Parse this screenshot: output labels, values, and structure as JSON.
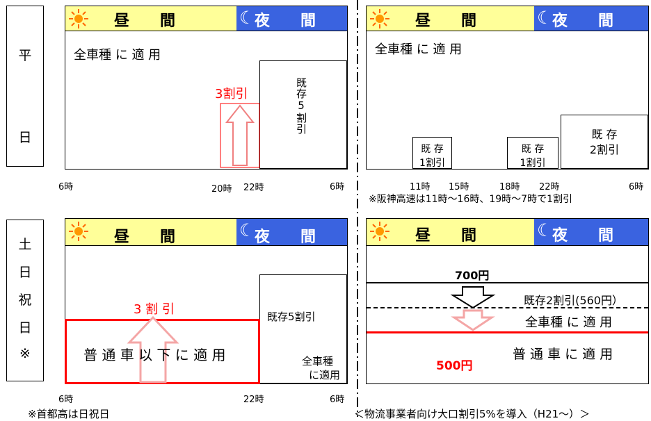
{
  "side_labels": {
    "weekday": [
      "平",
      "日"
    ],
    "weekend": [
      "土",
      "日",
      "祝",
      "日",
      "※"
    ]
  },
  "header": {
    "day_label": "昼　　間",
    "night_label": "夜　　間"
  },
  "top_left": {
    "applies": "全車種 に 適 用",
    "discount_label": "3割引",
    "existing_label": "既存5割引",
    "ticks": [
      "6時",
      "20時",
      "22時",
      "6時"
    ]
  },
  "top_right": {
    "applies": "全車種 に 適 用",
    "box1": [
      "既 存",
      "1割引"
    ],
    "box2": [
      "既 存",
      "1割引"
    ],
    "box3": [
      "既 存",
      "2割引"
    ],
    "ticks": [
      "11時",
      "15時",
      "18時",
      "22時",
      "6時"
    ],
    "note": "※阪神高速は11時～16時、19時～7時で1割引"
  },
  "bottom_left": {
    "discount_label": "3 割 引",
    "existing_label": "既存5割引",
    "applies_regular": "普 通 車 以 下 に 適 用",
    "applies_all": [
      "全車種",
      "に適用"
    ],
    "ticks": [
      "6時",
      "22時",
      "6時"
    ],
    "note": "※首都高は日祝日"
  },
  "bottom_right": {
    "price_top": "700円",
    "existing_label": "既存2割引(560円）",
    "applies_all": "全車種 に 適 用",
    "price_bottom": "500円",
    "applies_regular": "普 通 車 に 適 用",
    "footer": "＜物流事業者向け大口割引5%を導入（H21～）＞"
  },
  "colors": {
    "day": "#ffff99",
    "night": "#3a63e0",
    "red": "#ff0000",
    "arrow_pink": "#f4a6a6"
  },
  "icons": [
    "sun-icon",
    "moon-icon",
    "up-arrow-icon",
    "down-arrow-icon"
  ]
}
